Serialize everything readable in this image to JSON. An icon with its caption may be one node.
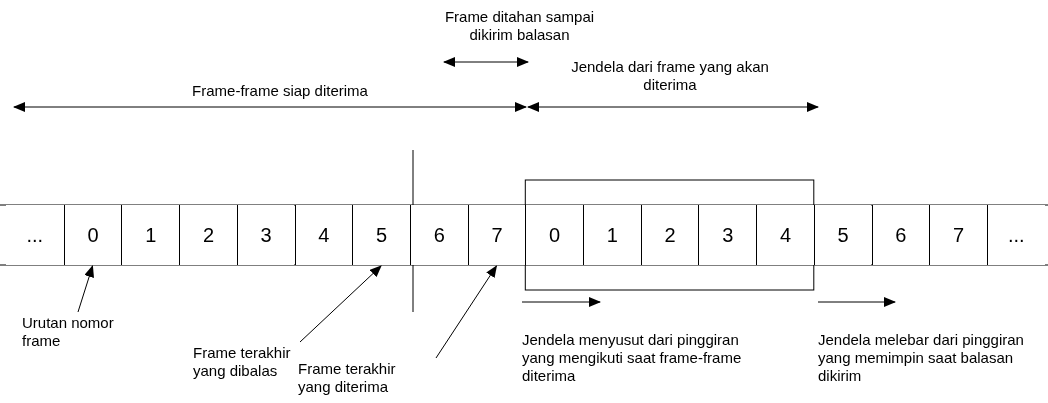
{
  "diagram": {
    "nodes": [
      {
        "text": [
          "..."
        ]
      },
      {
        "text": [
          "0"
        ]
      },
      {
        "text": [
          "1"
        ]
      },
      {
        "text": [
          "2"
        ]
      },
      {
        "text": [
          "3"
        ]
      },
      {
        "text": [
          "4"
        ]
      },
      {
        "text": [
          "5"
        ]
      },
      {
        "text": [
          "6"
        ]
      },
      {
        "text": [
          "7"
        ]
      },
      {
        "text": [
          "0"
        ]
      },
      {
        "text": [
          "1"
        ]
      },
      {
        "text": [
          "2"
        ]
      },
      {
        "text": [
          "3"
        ]
      },
      {
        "text": [
          "4"
        ]
      },
      {
        "text": [
          "5"
        ]
      },
      {
        "text": [
          "6"
        ]
      },
      {
        "text": [
          "7"
        ]
      },
      {
        "text": [
          "..."
        ]
      },
      {
        "text": [
          "Urutan nomor frame"
        ]
      },
      {
        "text": [
          "Frame terakhir yang dibalas"
        ]
      },
      {
        "text": [
          "Frame terakhir yang diterima"
        ]
      }
    ],
    "edges": [
      {
        "from": 18,
        "to": 1,
        "arrow": "to"
      },
      {
        "from": 19,
        "to": 6,
        "arrow": "to"
      },
      {
        "from": 20,
        "to": 8,
        "arrow": "to"
      }
    ],
    "labels": [
      "Frame ditahan sampai dikirim balasan",
      "Frame-frame siap diterima",
      "Jendela dari frame yang akan diterima",
      "Jendela menyusut dari pinggiran yang mengikuti saat frame-frame diterima",
      "Jendela melebar dari pinggiran yang memimpin saat balasan dikirim"
    ]
  }
}
